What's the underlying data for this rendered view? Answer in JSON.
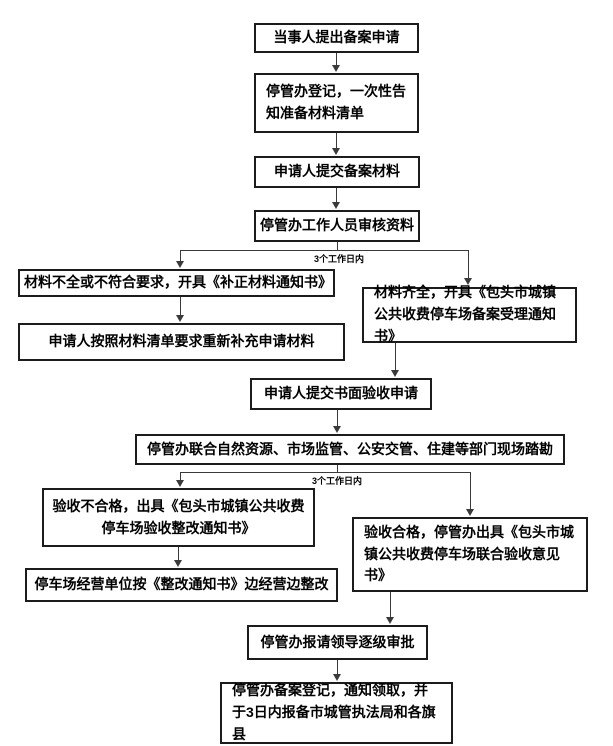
{
  "title": "停车场备案流程图",
  "colors": {
    "background": "#ffffff",
    "box_border": "#1c1c1c",
    "text": "#000000",
    "arrow": "#3a3a3a"
  },
  "labels": {
    "duration1": "3个工作日内",
    "duration2": "3个工作日内"
  },
  "nodes": {
    "n1": {
      "text": "当事人提出备案申请"
    },
    "n2": {
      "text": "停管办登记，一次性告知准备材料清单"
    },
    "n3": {
      "text": "申请人提交备案材料"
    },
    "n4": {
      "text": "停管办工作人员审核资料"
    },
    "n5": {
      "text": "材料不全或不符合要求，开具《补正材料通知书》"
    },
    "n6": {
      "text": "材料齐全，开具《包头市城镇公共收费停车场备案受理通知书》"
    },
    "n7": {
      "text": "申请人按照材料清单要求重新补充申请材料"
    },
    "n8": {
      "text": "申请人提交书面验收申请"
    },
    "n9": {
      "text": "停管办联合自然资源、市场监管、公安交管、住建等部门现场踏勘"
    },
    "n10": {
      "text": "验收不合格，出具《包头市城镇公共收费停车场验收整改通知书》"
    },
    "n11": {
      "text": "验收合格，停管办出具《包头市城镇公共收费停车场联合验收意见书》"
    },
    "n12": {
      "text": "停车场经营单位按《整改通知书》边经营边整改"
    },
    "n13": {
      "text": "停管办报请领导逐级审批"
    },
    "n14": {
      "text": "停管办备案登记，通知领取，并于3日内报备市城管执法局和各旗县"
    }
  }
}
